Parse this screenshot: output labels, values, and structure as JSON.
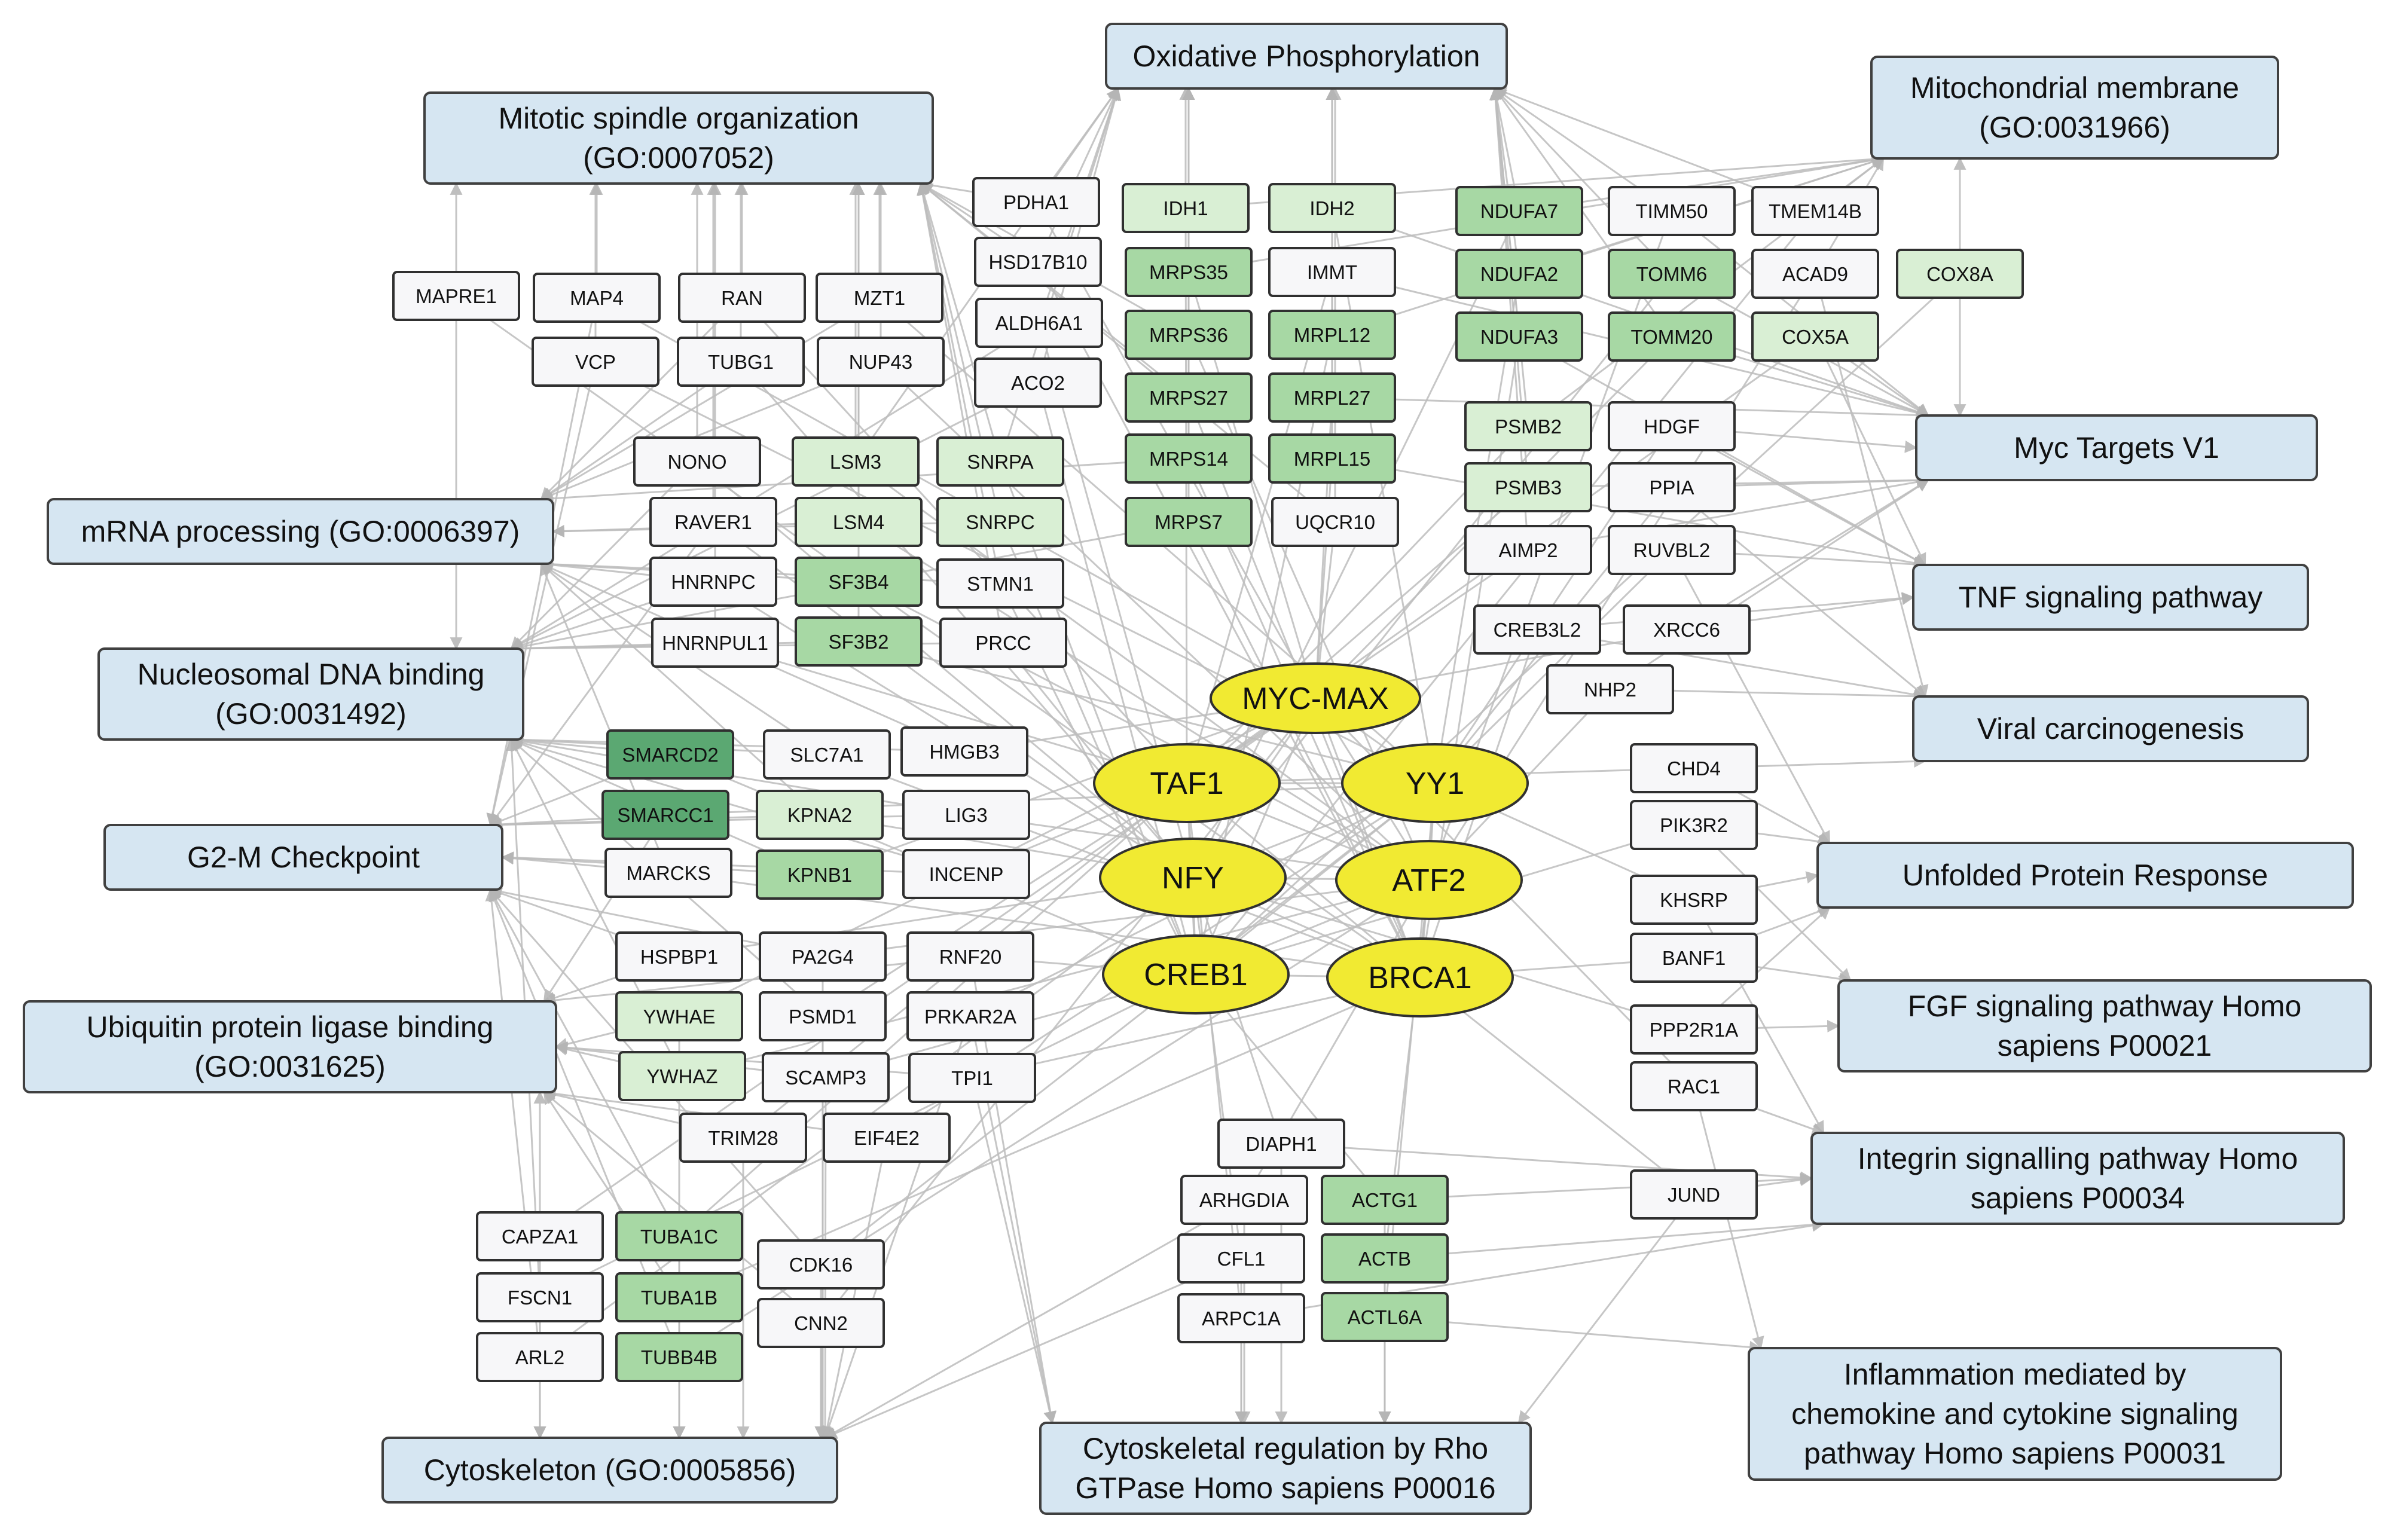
{
  "colors": {
    "term_fill": "#d6e6f2",
    "tf_fill": "#f1ea32",
    "gene_none": "#f7f7f9",
    "gene_light": "#d9efd4",
    "gene_mid": "#a7d8a4",
    "gene_dark": "#5ba872",
    "edge": "#bdbdbd"
  },
  "terms": [
    {
      "id": "oxphos",
      "lines": [
        "Oxidative Phosphorylation"
      ]
    },
    {
      "id": "mitotic",
      "lines": [
        "Mitotic spindle organization",
        "(GO:0007052)"
      ]
    },
    {
      "id": "mitomem",
      "lines": [
        "Mitochondrial membrane",
        "(GO:0031966)"
      ]
    },
    {
      "id": "myc",
      "lines": [
        "Myc Targets V1"
      ]
    },
    {
      "id": "mrna",
      "lines": [
        "mRNA processing (GO:0006397)"
      ]
    },
    {
      "id": "tnf",
      "lines": [
        "TNF signaling pathway"
      ]
    },
    {
      "id": "nucleo",
      "lines": [
        "Nucleosomal DNA binding",
        "(GO:0031492)"
      ]
    },
    {
      "id": "viral",
      "lines": [
        "Viral carcinogenesis"
      ]
    },
    {
      "id": "g2m",
      "lines": [
        "G2-M Checkpoint"
      ]
    },
    {
      "id": "upr",
      "lines": [
        "Unfolded Protein Response"
      ]
    },
    {
      "id": "ubiq",
      "lines": [
        "Ubiquitin protein ligase binding",
        "(GO:0031625)"
      ]
    },
    {
      "id": "fgf",
      "lines": [
        "FGF signaling pathway Homo",
        "sapiens P00021"
      ]
    },
    {
      "id": "integrin",
      "lines": [
        "Integrin signalling pathway Homo",
        "sapiens P00034"
      ]
    },
    {
      "id": "inflam",
      "lines": [
        "Inflammation mediated by",
        "chemokine and cytokine signaling",
        "pathway Homo sapiens P00031"
      ]
    },
    {
      "id": "cytoskel",
      "lines": [
        "Cytoskeleton (GO:0005856)"
      ]
    },
    {
      "id": "rho",
      "lines": [
        "Cytoskeletal regulation by Rho",
        "GTPase Homo sapiens P00016"
      ]
    }
  ],
  "transcription_factors": [
    {
      "id": "MYC-MAX",
      "label": "MYC-MAX"
    },
    {
      "id": "TAF1",
      "label": "TAF1"
    },
    {
      "id": "YY1",
      "label": "YY1"
    },
    {
      "id": "NFY",
      "label": "NFY"
    },
    {
      "id": "ATF2",
      "label": "ATF2"
    },
    {
      "id": "CREB1",
      "label": "CREB1"
    },
    {
      "id": "BRCA1",
      "label": "BRCA1"
    }
  ],
  "genes": [
    {
      "label": "PDHA1",
      "level": "none"
    },
    {
      "label": "IDH1",
      "level": "light"
    },
    {
      "label": "IDH2",
      "level": "light"
    },
    {
      "label": "NDUFA7",
      "level": "mid"
    },
    {
      "label": "TIMM50",
      "level": "none"
    },
    {
      "label": "TMEM14B",
      "level": "none"
    },
    {
      "label": "HSD17B10",
      "level": "none"
    },
    {
      "label": "MRPS35",
      "level": "mid"
    },
    {
      "label": "IMMT",
      "level": "none"
    },
    {
      "label": "NDUFA2",
      "level": "mid"
    },
    {
      "label": "TOMM6",
      "level": "mid"
    },
    {
      "label": "ACAD9",
      "level": "none"
    },
    {
      "label": "COX8A",
      "level": "light"
    },
    {
      "label": "MAPRE1",
      "level": "none"
    },
    {
      "label": "MAP4",
      "level": "none"
    },
    {
      "label": "RAN",
      "level": "none"
    },
    {
      "label": "MZT1",
      "level": "none"
    },
    {
      "label": "ALDH6A1",
      "level": "none"
    },
    {
      "label": "MRPS36",
      "level": "mid"
    },
    {
      "label": "MRPL12",
      "level": "mid"
    },
    {
      "label": "NDUFA3",
      "level": "mid"
    },
    {
      "label": "TOMM20",
      "level": "mid"
    },
    {
      "label": "COX5A",
      "level": "light"
    },
    {
      "label": "VCP",
      "level": "none"
    },
    {
      "label": "TUBG1",
      "level": "none"
    },
    {
      "label": "NUP43",
      "level": "none"
    },
    {
      "label": "ACO2",
      "level": "none"
    },
    {
      "label": "MRPS27",
      "level": "mid"
    },
    {
      "label": "MRPL27",
      "level": "mid"
    },
    {
      "label": "PSMB2",
      "level": "light"
    },
    {
      "label": "HDGF",
      "level": "none"
    },
    {
      "label": "NONO",
      "level": "none"
    },
    {
      "label": "LSM3",
      "level": "light"
    },
    {
      "label": "SNRPA",
      "level": "light"
    },
    {
      "label": "MRPS14",
      "level": "mid"
    },
    {
      "label": "MRPL15",
      "level": "mid"
    },
    {
      "label": "PSMB3",
      "level": "light"
    },
    {
      "label": "PPIA",
      "level": "none"
    },
    {
      "label": "RAVER1",
      "level": "none"
    },
    {
      "label": "LSM4",
      "level": "light"
    },
    {
      "label": "SNRPC",
      "level": "light"
    },
    {
      "label": "MRPS7",
      "level": "mid"
    },
    {
      "label": "UQCR10",
      "level": "none"
    },
    {
      "label": "AIMP2",
      "level": "none"
    },
    {
      "label": "RUVBL2",
      "level": "none"
    },
    {
      "label": "HNRNPC",
      "level": "none"
    },
    {
      "label": "SF3B4",
      "level": "mid"
    },
    {
      "label": "STMN1",
      "level": "none"
    },
    {
      "label": "CREB3L2",
      "level": "none"
    },
    {
      "label": "XRCC6",
      "level": "none"
    },
    {
      "label": "HNRNPUL1",
      "level": "none"
    },
    {
      "label": "SF3B2",
      "level": "mid"
    },
    {
      "label": "PRCC",
      "level": "none"
    },
    {
      "label": "NHP2",
      "level": "none"
    },
    {
      "label": "SMARCD2",
      "level": "dark"
    },
    {
      "label": "SLC7A1",
      "level": "none"
    },
    {
      "label": "HMGB3",
      "level": "none"
    },
    {
      "label": "CHD4",
      "level": "none"
    },
    {
      "label": "SMARCC1",
      "level": "dark"
    },
    {
      "label": "KPNA2",
      "level": "light"
    },
    {
      "label": "LIG3",
      "level": "none"
    },
    {
      "label": "PIK3R2",
      "level": "none"
    },
    {
      "label": "MARCKS",
      "level": "none"
    },
    {
      "label": "KPNB1",
      "level": "mid"
    },
    {
      "label": "INCENP",
      "level": "none"
    },
    {
      "label": "KHSRP",
      "level": "none"
    },
    {
      "label": "HSPBP1",
      "level": "none"
    },
    {
      "label": "PA2G4",
      "level": "none"
    },
    {
      "label": "RNF20",
      "level": "none"
    },
    {
      "label": "BANF1",
      "level": "none"
    },
    {
      "label": "YWHAE",
      "level": "light"
    },
    {
      "label": "PSMD1",
      "level": "none"
    },
    {
      "label": "PRKAR2A",
      "level": "none"
    },
    {
      "label": "PPP2R1A",
      "level": "none"
    },
    {
      "label": "YWHAZ",
      "level": "light"
    },
    {
      "label": "SCAMP3",
      "level": "none"
    },
    {
      "label": "TPI1",
      "level": "none"
    },
    {
      "label": "RAC1",
      "level": "none"
    },
    {
      "label": "TRIM28",
      "level": "none"
    },
    {
      "label": "EIF4E2",
      "level": "none"
    },
    {
      "label": "DIAPH1",
      "level": "none"
    },
    {
      "label": "ARHGDIA",
      "level": "none"
    },
    {
      "label": "ACTG1",
      "level": "mid"
    },
    {
      "label": "JUND",
      "level": "none"
    },
    {
      "label": "CAPZA1",
      "level": "none"
    },
    {
      "label": "TUBA1C",
      "level": "mid"
    },
    {
      "label": "CDK16",
      "level": "none"
    },
    {
      "label": "CFL1",
      "level": "none"
    },
    {
      "label": "ACTB",
      "level": "mid"
    },
    {
      "label": "FSCN1",
      "level": "none"
    },
    {
      "label": "TUBA1B",
      "level": "mid"
    },
    {
      "label": "CNN2",
      "level": "none"
    },
    {
      "label": "ARPC1A",
      "level": "none"
    },
    {
      "label": "ACTL6A",
      "level": "mid"
    },
    {
      "label": "ARL2",
      "level": "none"
    },
    {
      "label": "TUBB4B",
      "level": "mid"
    }
  ]
}
